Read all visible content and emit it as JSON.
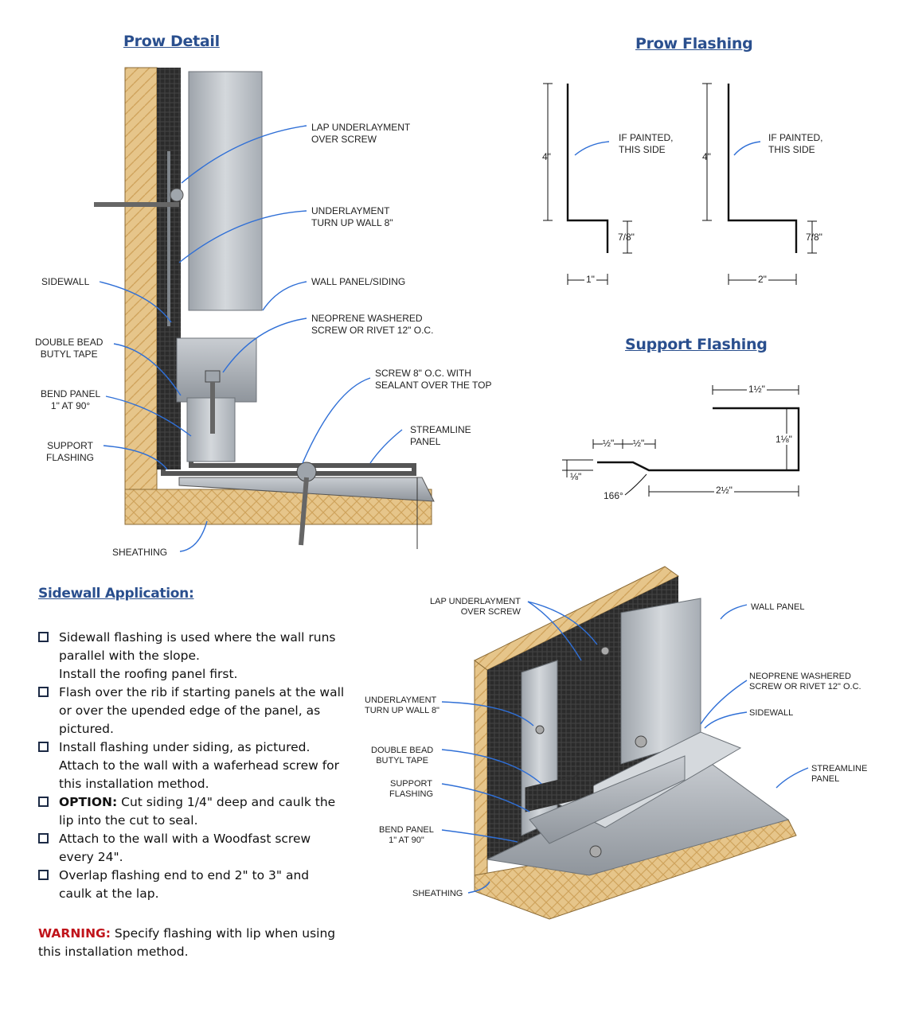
{
  "prow_detail": {
    "title": "Prow Detail",
    "labels": {
      "lap_underlayment": "LAP UNDERLAYMENT\nOVER SCREW",
      "underlayment_turn": "UNDERLAYMENT\nTURN UP WALL 8\"",
      "wall_panel": "WALL PANEL/SIDING",
      "neoprene": "NEOPRENE WASHERED\nSCREW OR RIVET 12\" O.C.",
      "screw_sealant": "SCREW 8\" O.C. WITH\nSEALANT OVER THE TOP",
      "streamline": "STREAMLINE\nPANEL",
      "sidewall": "SIDEWALL",
      "butyl": "DOUBLE BEAD\nBUTYL TAPE",
      "bend_panel": "BEND PANEL\n1\" AT 90°",
      "support_flashing": "SUPPORT\nFLASHING",
      "sheathing": "SHEATHING"
    }
  },
  "prow_flashing": {
    "title": "Prow Flashing",
    "left": {
      "height": "4\"",
      "note": "IF PAINTED,\nTHIS SIDE",
      "lip": "7/8\"",
      "width": "1\""
    },
    "right": {
      "height": "4\"",
      "note": "IF PAINTED,\nTHIS SIDE",
      "lip": "7/8\"",
      "width": "2\""
    }
  },
  "support_flashing": {
    "title": "Support Flashing",
    "top": "1½\"",
    "right": "1⅛\"",
    "half1": "½\"",
    "half2": "½\"",
    "eighth": "⅛\"",
    "angle": "166°",
    "bottom": "2½\""
  },
  "sidewall_application": {
    "title": "Sidewall Application:",
    "items": [
      {
        "text": "Sidewall flashing is used where the wall runs parallel with the slope."
      },
      {
        "text": "Install the roofing panel first."
      },
      {
        "text": "Flash over the rib if starting panels at the wall or over the upended edge of the panel, as pictured."
      },
      {
        "text": "Install flashing under siding, as pictured. Attach to the wall with a waferhead screw for this installation method."
      },
      {
        "bold": "OPTION:",
        "text": " Cut siding 1/4\" deep and caulk the lip into the cut to seal."
      },
      {
        "text": "Attach to the wall with a Woodfast screw every 24\"."
      },
      {
        "text": "Overlap flashing end to end 2\" to 3\" and caulk at the lap."
      }
    ],
    "warning_label": "WARNING:",
    "warning_text": " Specify flashing with lip when using this installation method.",
    "warning_color": "#c0141b"
  },
  "iso_view": {
    "labels": {
      "lap_underlayment": "LAP UNDERLAYMENT\nOVER SCREW",
      "wall_panel": "WALL PANEL",
      "neoprene": "NEOPRENE WASHERED\nSCREW OR RIVET 12\" O.C.",
      "sidewall": "SIDEWALL",
      "underlayment_turn": "UNDERLAYMENT\nTURN UP WALL 8\"",
      "butyl": "DOUBLE BEAD\nBUTYL TAPE",
      "streamline": "STREAMLINE\nPANEL",
      "support_flashing": "SUPPORT\nFLASHING",
      "bend_panel": "BEND PANEL\n1\" AT 90\"",
      "sheathing": "SHEATHING"
    }
  },
  "colors": {
    "title_blue": "#2a4f8e",
    "leader_blue": "#2f6fd6",
    "wood": "#e3c184",
    "metal": "#b9bfc6"
  }
}
